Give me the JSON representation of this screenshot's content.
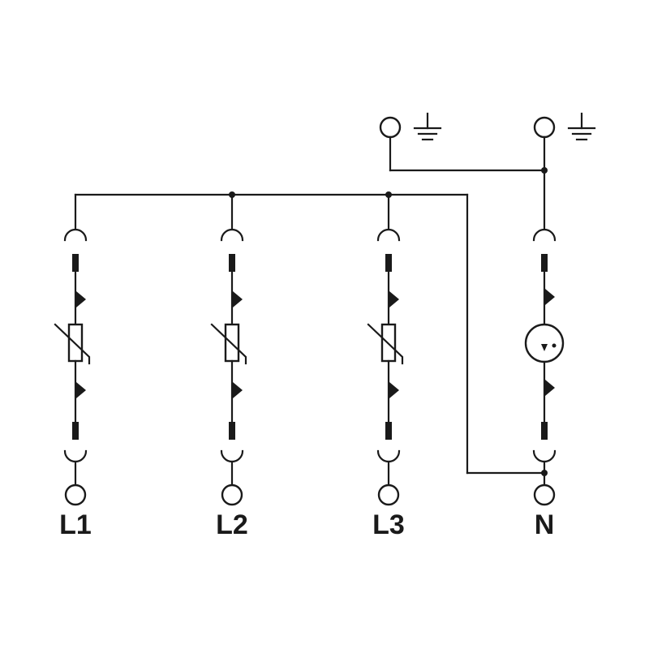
{
  "diagram": {
    "terminals": [
      {
        "id": "L1",
        "label": "L1"
      },
      {
        "id": "L2",
        "label": "L2"
      },
      {
        "id": "L3",
        "label": "L3"
      },
      {
        "id": "N",
        "label": "N"
      }
    ],
    "components": {
      "L1": "varistor",
      "L2": "varistor",
      "L3": "varistor",
      "N": "gas-discharge-tube"
    },
    "ground_terminals": 2,
    "colors": {
      "line": "#1a1a1a",
      "background": "#ffffff"
    }
  }
}
